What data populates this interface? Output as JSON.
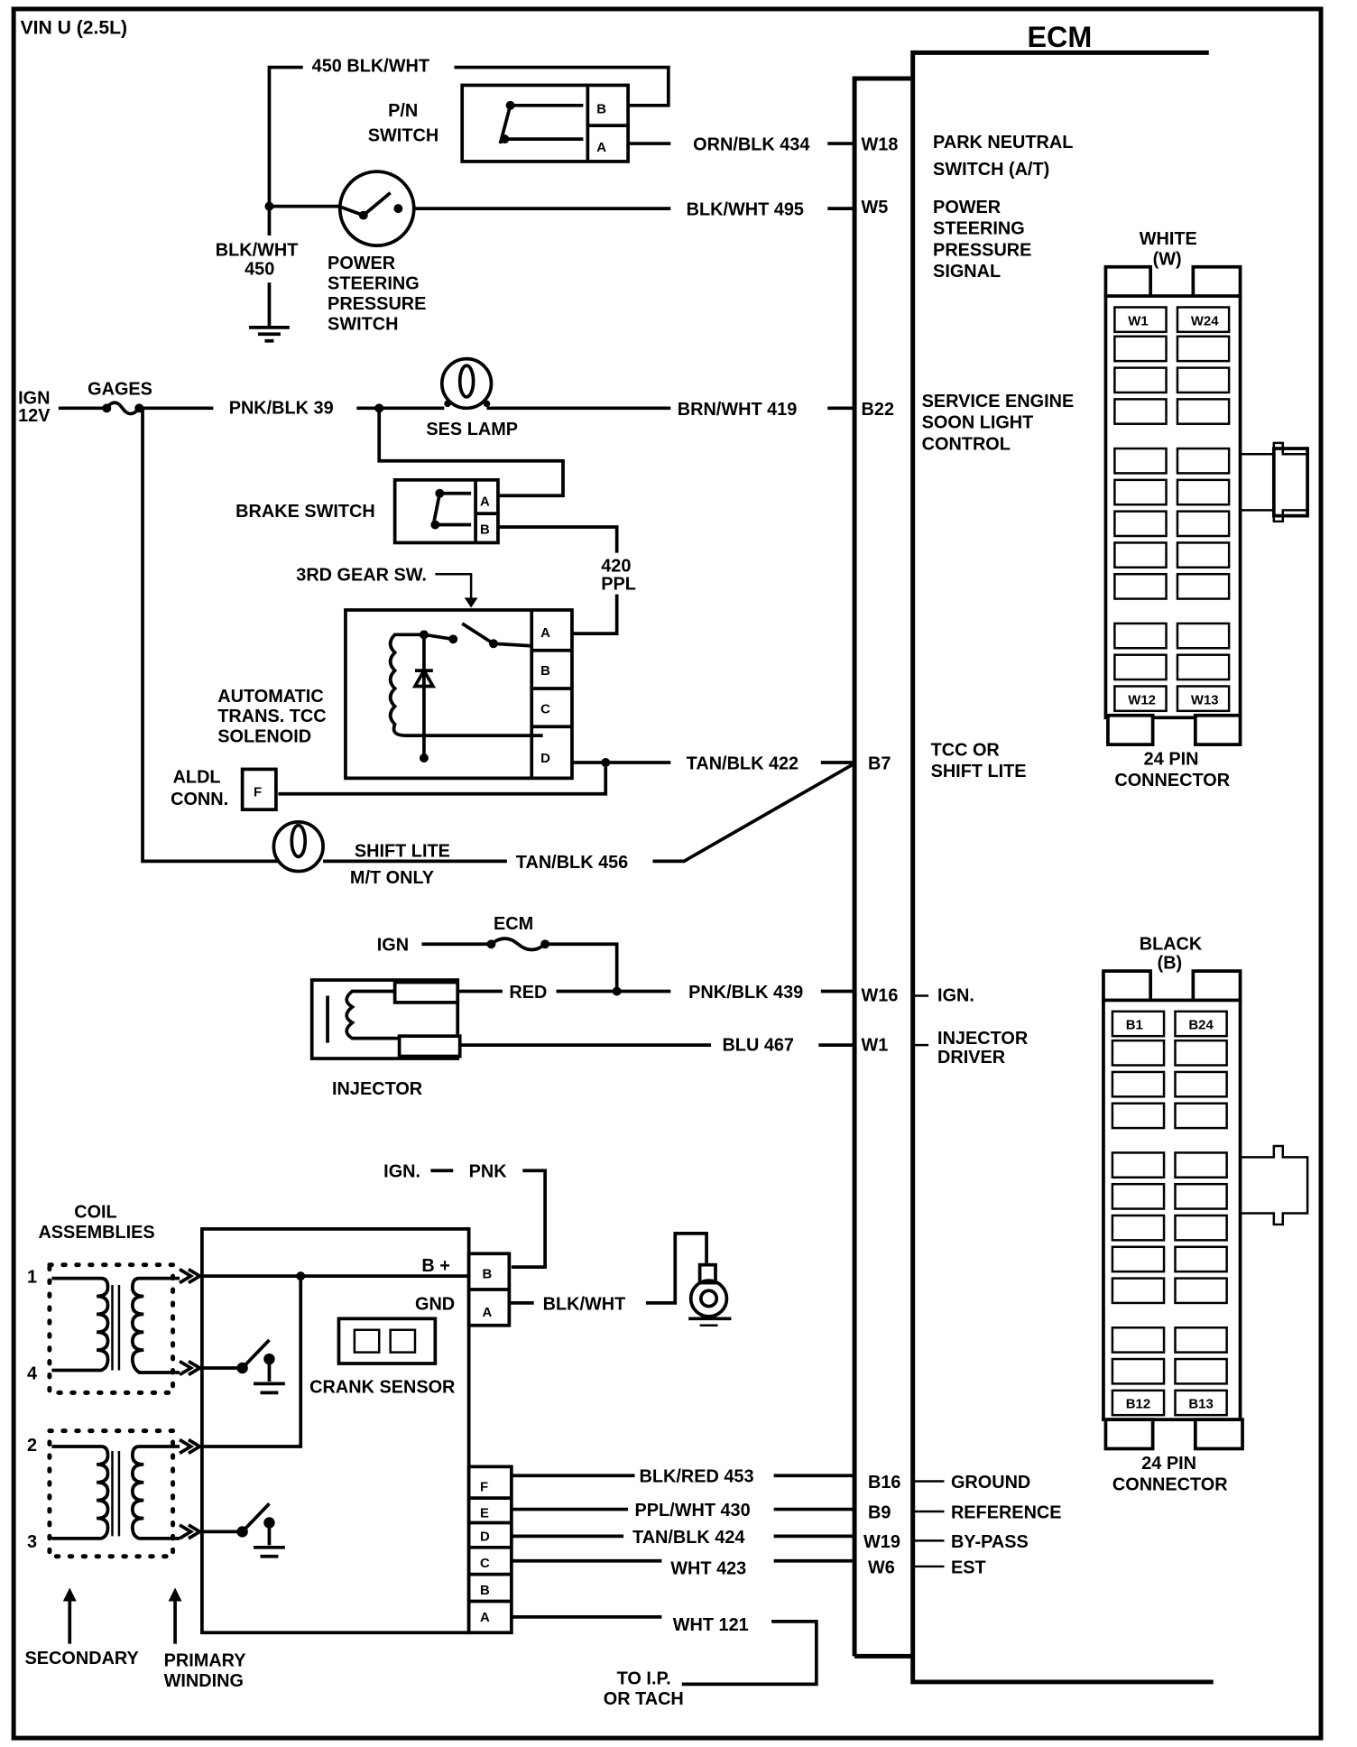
{
  "title": "VIN U (2.5L)",
  "ecm_title": "ECM",
  "components": {
    "pn_switch": "P/N SWITCH",
    "pn_pin_b": "B",
    "pn_pin_a": "A",
    "ps_switch": [
      "POWER",
      "STEERING",
      "PRESSURE",
      "SWITCH"
    ],
    "ses_lamp": "SES LAMP",
    "brake_switch": "BRAKE SWITCH",
    "brake_pin_a": "A",
    "brake_pin_b": "B",
    "third_gear_sw": "3RD GEAR SW.",
    "tcc_solenoid": [
      "AUTOMATIC",
      "TRANS. TCC",
      "SOLENOID"
    ],
    "tcc_pins": [
      "A",
      "B",
      "C",
      "D"
    ],
    "aldl": [
      "ALDL",
      "CONN."
    ],
    "aldl_pin": "F",
    "shift_lite": [
      "SHIFT LITE",
      "M/T ONLY"
    ],
    "injector": "INJECTOR",
    "coil_assemblies": [
      "COIL",
      "ASSEMBLIES"
    ],
    "coil_terminals": [
      "1",
      "4",
      "2",
      "3"
    ],
    "secondary": "SECONDARY",
    "primary_winding": [
      "PRIMARY",
      "WINDING"
    ],
    "module_bplus": "B +",
    "module_gnd": "GND",
    "module_top_pins": [
      "B",
      "A"
    ],
    "crank_sensor": "CRANK SENSOR",
    "module_bottom_pins": [
      "F",
      "E",
      "D",
      "C",
      "B",
      "A"
    ],
    "to_ip_tach": [
      "TO I.P.",
      "OR TACH"
    ],
    "ign_12v": [
      "IGN",
      "12V"
    ],
    "gages_fuse": "GAGES",
    "ecm_fuse": "ECM",
    "ign_injector": "IGN",
    "ign_module": "IGN.",
    "pnk": "PNK",
    "blk_wht_module": "BLK/WHT"
  },
  "wires": {
    "w450_top": "450 BLK/WHT",
    "w450_side": [
      "BLK/WHT",
      "450"
    ],
    "w434": "ORN/BLK 434",
    "w495": "BLK/WHT 495",
    "w39": "PNK/BLK 39",
    "w419": "BRN/WHT 419",
    "w420": [
      "420",
      "PPL"
    ],
    "w422": "TAN/BLK 422",
    "w456": "TAN/BLK 456",
    "red": "RED",
    "w439": "PNK/BLK 439",
    "w467": "BLU 467",
    "w453": "BLK/RED 453",
    "w430": "PPL/WHT 430",
    "w424": "TAN/BLK 424",
    "w423": "WHT 423",
    "w121": "WHT 121"
  },
  "ecm_pins": [
    {
      "pin": "W18",
      "function": [
        "PARK NEUTRAL",
        "SWITCH (A/T)"
      ]
    },
    {
      "pin": "W5",
      "function": [
        "POWER",
        "STEERING",
        "PRESSURE",
        "SIGNAL"
      ]
    },
    {
      "pin": "B22",
      "function": [
        "SERVICE ENGINE",
        "SOON LIGHT",
        "CONTROL"
      ]
    },
    {
      "pin": "B7",
      "function": [
        "TCC OR",
        "SHIFT LITE"
      ]
    },
    {
      "pin": "W16",
      "function": [
        "IGN."
      ]
    },
    {
      "pin": "W1",
      "function": [
        "INJECTOR",
        "DRIVER"
      ]
    },
    {
      "pin": "B16",
      "function": [
        "GROUND"
      ]
    },
    {
      "pin": "B9",
      "function": [
        "REFERENCE"
      ]
    },
    {
      "pin": "W19",
      "function": [
        "BY-PASS"
      ]
    },
    {
      "pin": "W6",
      "function": [
        "EST"
      ]
    }
  ],
  "connectors": {
    "white": {
      "name": "WHITE",
      "code": "(W)",
      "pins": [
        "W1",
        "W24",
        "W12",
        "W13"
      ],
      "caption": [
        "24 PIN",
        "CONNECTOR"
      ]
    },
    "black": {
      "name": "BLACK",
      "code": "(B)",
      "pins": [
        "B1",
        "B24",
        "B12",
        "B13"
      ],
      "caption": [
        "24 PIN",
        "CONNECTOR"
      ]
    }
  }
}
